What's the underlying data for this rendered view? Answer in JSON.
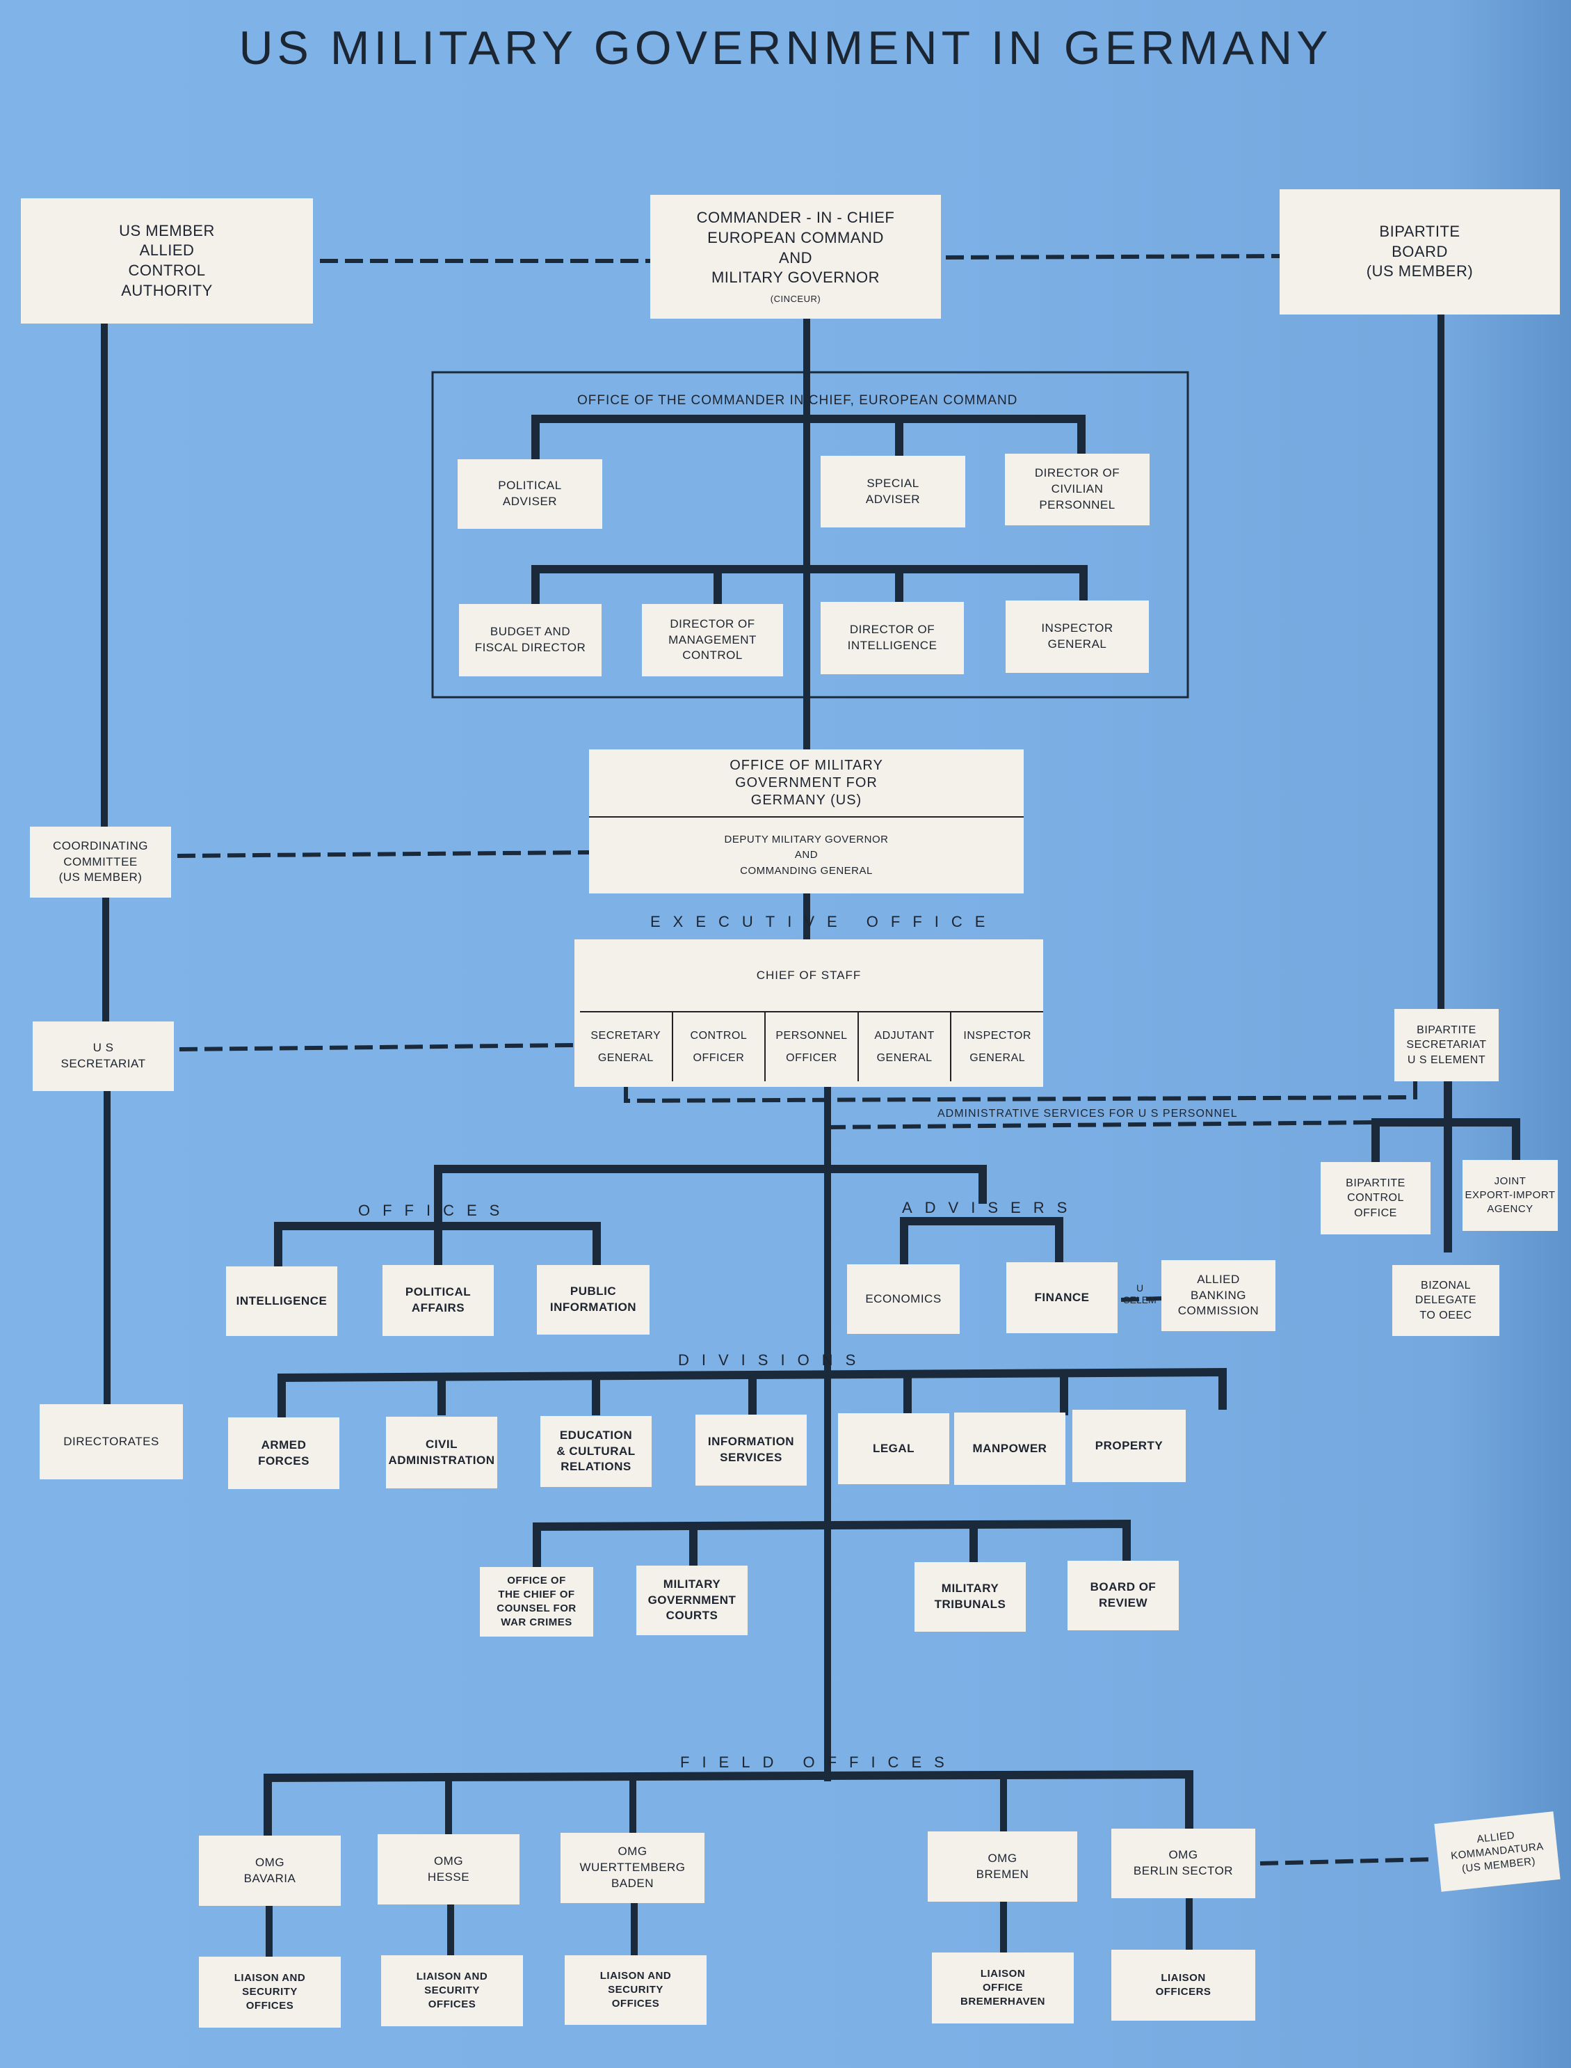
{
  "title": "US MILITARY GOVERNMENT IN GERMANY",
  "top_row": {
    "aca": [
      "US MEMBER",
      "ALLIED",
      "CONTROL",
      "AUTHORITY"
    ],
    "cinceur": [
      "COMMANDER - IN - CHIEF",
      "EUROPEAN COMMAND",
      "AND",
      "MILITARY GOVERNOR"
    ],
    "cinceur_abbr": "(CINCEUR)",
    "bipartite_board": [
      "BIPARTITE",
      "BOARD",
      "(US MEMBER)"
    ]
  },
  "office_cinc": {
    "label": "OFFICE OF THE COMMANDER IN CHIEF, EUROPEAN COMMAND",
    "row1": [
      [
        "POLITICAL",
        "ADVISER"
      ],
      [
        "SPECIAL",
        "ADVISER"
      ],
      [
        "DIRECTOR OF",
        "CIVILIAN",
        "PERSONNEL"
      ]
    ],
    "row2": [
      [
        "BUDGET AND",
        "FISCAL DIRECTOR"
      ],
      [
        "DIRECTOR OF",
        "MANAGEMENT",
        "CONTROL"
      ],
      [
        "DIRECTOR OF",
        "INTELLIGENCE"
      ],
      [
        "INSPECTOR",
        "GENERAL"
      ]
    ]
  },
  "omgus": {
    "title": [
      "OFFICE OF MILITARY",
      "GOVERNMENT FOR",
      "GERMANY (US)"
    ],
    "sub": [
      "DEPUTY MILITARY GOVERNOR",
      "AND",
      "COMMANDING GENERAL"
    ]
  },
  "left_column": {
    "coordinating": [
      "COORDINATING",
      "COMMITTEE",
      "(US MEMBER)"
    ],
    "secretariat": [
      "U S",
      "SECRETARIAT"
    ],
    "directorates": [
      "DIRECTORATES"
    ]
  },
  "executive_office": {
    "label": "EXECUTIVE OFFICE",
    "chief": "CHIEF OF STAFF",
    "cells": [
      [
        "SECRETARY",
        "GENERAL"
      ],
      [
        "CONTROL",
        "OFFICER"
      ],
      [
        "PERSONNEL",
        "OFFICER"
      ],
      [
        "ADJUTANT",
        "GENERAL"
      ],
      [
        "INSPECTOR",
        "GENERAL"
      ]
    ]
  },
  "right_column": {
    "bipartite_secretariat": [
      "BIPARTITE",
      "SECRETARIAT",
      "U S ELEMENT"
    ],
    "bipartite_control": [
      "BIPARTITE",
      "CONTROL",
      "OFFICE"
    ],
    "jeia": [
      "JOINT",
      "EXPORT-IMPORT",
      "AGENCY"
    ],
    "bizonal": [
      "BIZONAL",
      "DELEGATE",
      "TO OEEC"
    ]
  },
  "admin_services": "ADMINISTRATIVE SERVICES FOR U S PERSONNEL",
  "offices": {
    "label": "OFFICES",
    "items": [
      [
        "INTELLIGENCE"
      ],
      [
        "POLITICAL",
        "AFFAIRS"
      ],
      [
        "PUBLIC",
        "INFORMATION"
      ]
    ]
  },
  "advisers": {
    "label": "ADVISERS",
    "items": [
      [
        "ECONOMICS"
      ],
      [
        "FINANCE"
      ]
    ],
    "us_elem": [
      "U S",
      "ELEM"
    ],
    "allied_banking": [
      "ALLIED",
      "BANKING",
      "COMMISSION"
    ]
  },
  "divisions": {
    "label": "DIVISIONS",
    "items": [
      [
        "ARMED",
        "FORCES"
      ],
      [
        "CIVIL",
        "ADMINISTRATION"
      ],
      [
        "EDUCATION",
        "& CULTURAL",
        "RELATIONS"
      ],
      [
        "INFORMATION",
        "SERVICES"
      ],
      [
        "LEGAL"
      ],
      [
        "MANPOWER"
      ],
      [
        "PROPERTY"
      ]
    ]
  },
  "legal_bodies": [
    [
      "OFFICE OF",
      "THE CHIEF OF",
      "COUNSEL FOR",
      "WAR CRIMES"
    ],
    [
      "MILITARY",
      "GOVERNMENT",
      "COURTS"
    ],
    [
      "MILITARY",
      "TRIBUNALS"
    ],
    [
      "BOARD OF",
      "REVIEW"
    ]
  ],
  "field_offices": {
    "label": "FIELD OFFICES",
    "omg": [
      [
        "OMG",
        "BAVARIA"
      ],
      [
        "OMG",
        "HESSE"
      ],
      [
        "OMG",
        "WUERTTEMBERG",
        "BADEN"
      ],
      [
        "OMG",
        "BREMEN"
      ],
      [
        "OMG",
        "BERLIN SECTOR"
      ]
    ],
    "liaison": [
      [
        "LIAISON AND",
        "SECURITY",
        "OFFICES"
      ],
      [
        "LIAISON AND",
        "SECURITY",
        "OFFICES"
      ],
      [
        "LIAISON AND",
        "SECURITY",
        "OFFICES"
      ],
      [
        "LIAISON",
        "OFFICE",
        "BREMERHAVEN"
      ],
      [
        "LIAISON",
        "OFFICERS"
      ]
    ],
    "kommandatura": [
      "ALLIED",
      "KOMMANDATURA",
      "(US MEMBER)"
    ]
  },
  "colors": {
    "background": "#7fb2e6",
    "box": "#f3f1ea",
    "line": "#1b2a3a"
  }
}
